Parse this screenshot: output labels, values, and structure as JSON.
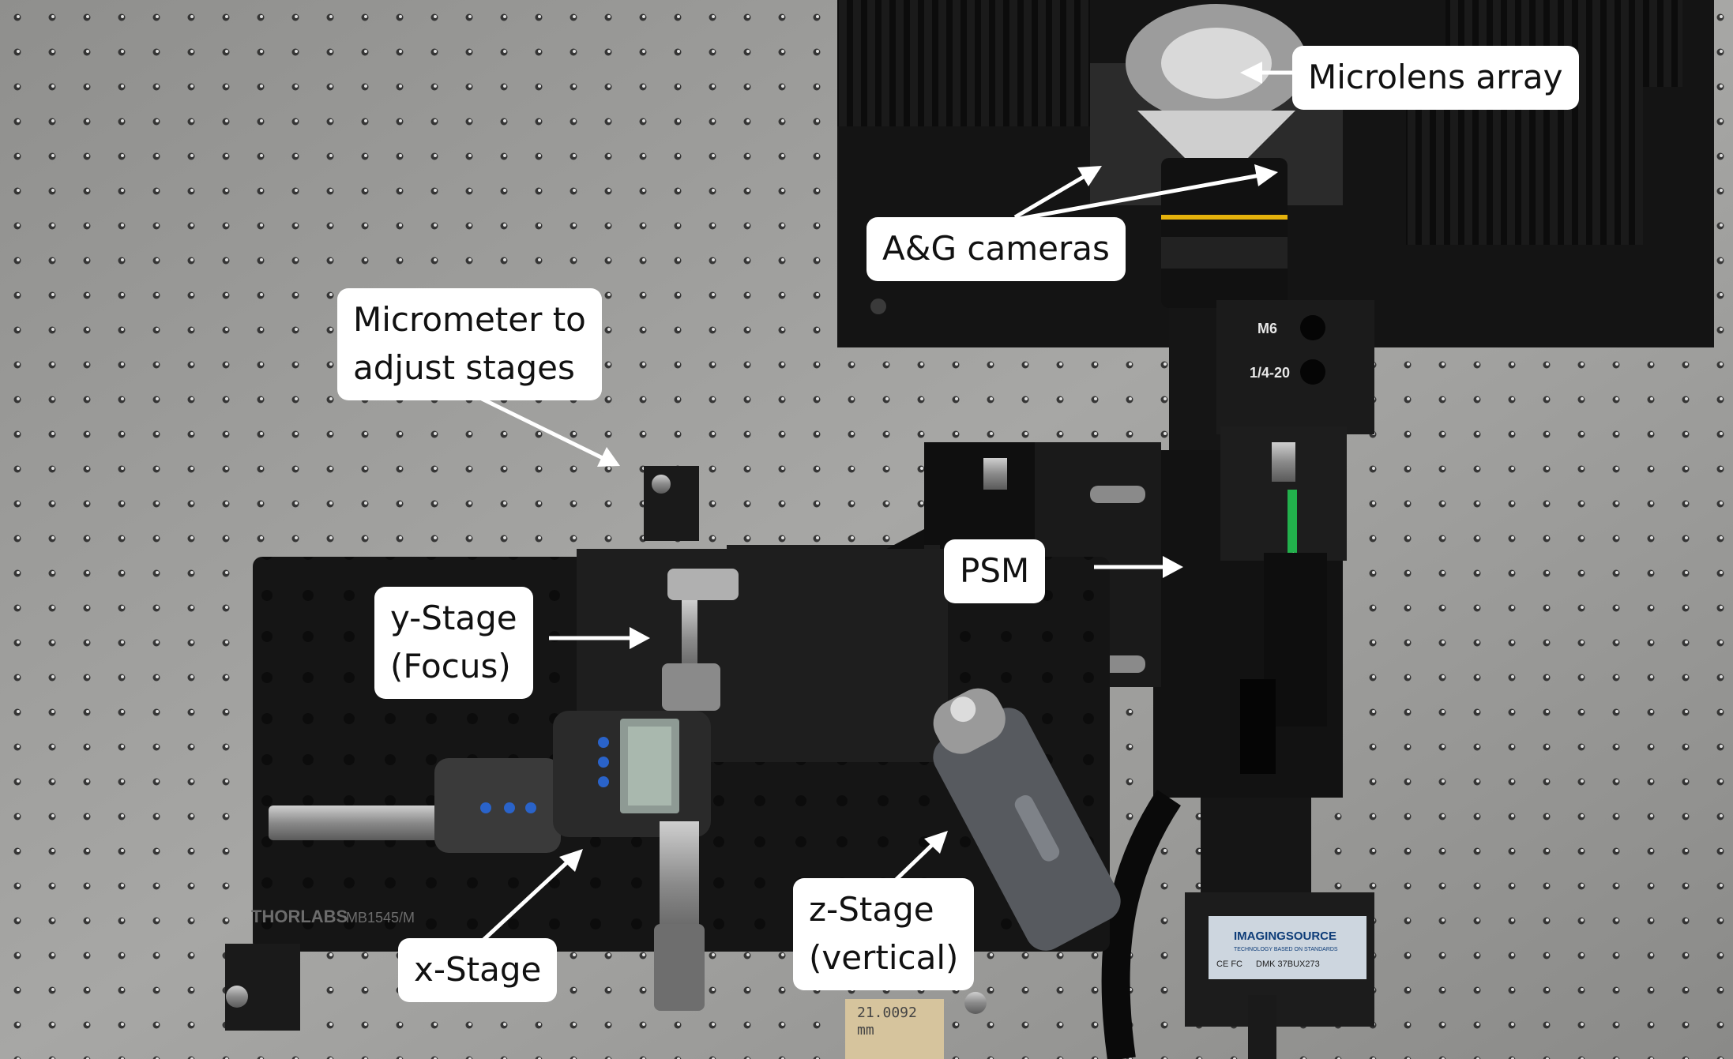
{
  "labels": {
    "microlens_array": "Microlens array",
    "ag_cameras": "A&G cameras",
    "micrometer": "Micrometer to\nadjust stages",
    "psm": "PSM",
    "y_stage": "y-Stage\n(Focus)",
    "x_stage": "x-Stage",
    "z_stage": "z-Stage\n(vertical)"
  },
  "equipment_text": {
    "bracket_top": "M6",
    "bracket_bottom": "1/4-20",
    "breadboard_brand": "THORLABS",
    "breadboard_model": "MB1545/M",
    "camera_brand": "IMAGINGSOURCE",
    "camera_tagline": "TECHNOLOGY BASED ON STANDARDS",
    "camera_model": "DMK 37BUX273",
    "camera_marks": "CE  FC",
    "note": "21.0092\nmm"
  },
  "colors": {
    "table": "#9a9a98",
    "label_bg": "#ffffff",
    "arrow": "#ffffff",
    "fiber": "#22b14c"
  }
}
